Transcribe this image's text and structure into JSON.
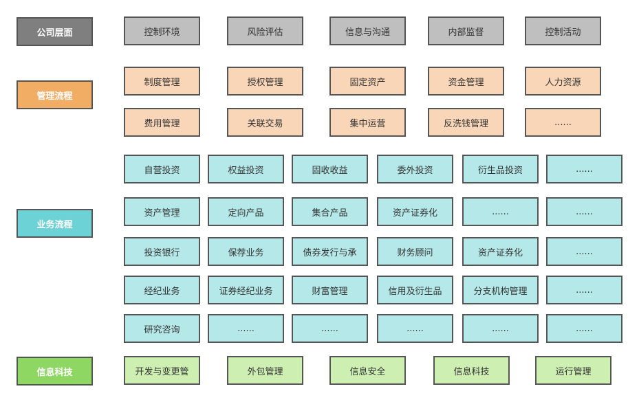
{
  "layers": {
    "company": "公司层面",
    "management": "管理流程",
    "business": "业务流程",
    "tech": "信息科技"
  },
  "company_items": [
    "控制环境",
    "风险评估",
    "信息与沟通",
    "内部监督",
    "控制活动"
  ],
  "management_rows": [
    [
      "制度管理",
      "授权管理",
      "固定资产",
      "资金管理",
      "人力资源"
    ],
    [
      "费用管理",
      "关联交易",
      "集中运营",
      "反洗钱管理",
      "......"
    ]
  ],
  "business_rows": [
    [
      "自营投资",
      "权益投资",
      "固收收益",
      "委外投资",
      "衍生品投资",
      "......"
    ],
    [
      "资产管理",
      "定向产品",
      "集合产品",
      "资产证券化",
      "......",
      "......"
    ],
    [
      "投资银行",
      "保荐业务",
      "债券发行与承",
      "财务顾问",
      "资产证券化",
      "......"
    ],
    [
      "经纪业务",
      "证券经纪业务",
      "财富管理",
      "信用及衍生品",
      "分支机构管理",
      "......"
    ],
    [
      "研究咨询",
      "......",
      "......",
      "......",
      "......",
      "......"
    ]
  ],
  "tech_items": [
    "开发与变更管",
    "外包管理",
    "信息安全",
    "信息科技",
    "运行管理"
  ],
  "colors": {
    "company_label": "#7f7f7f",
    "management_label": "#f2ad65",
    "business_label": "#6dd2d6",
    "tech_label": "#8fd763",
    "company_box": "#bfbfbf",
    "management_box": "#f8d6b7",
    "business_box": "#b5e8e8",
    "tech_box": "#cdefb2",
    "border": "#555555"
  }
}
